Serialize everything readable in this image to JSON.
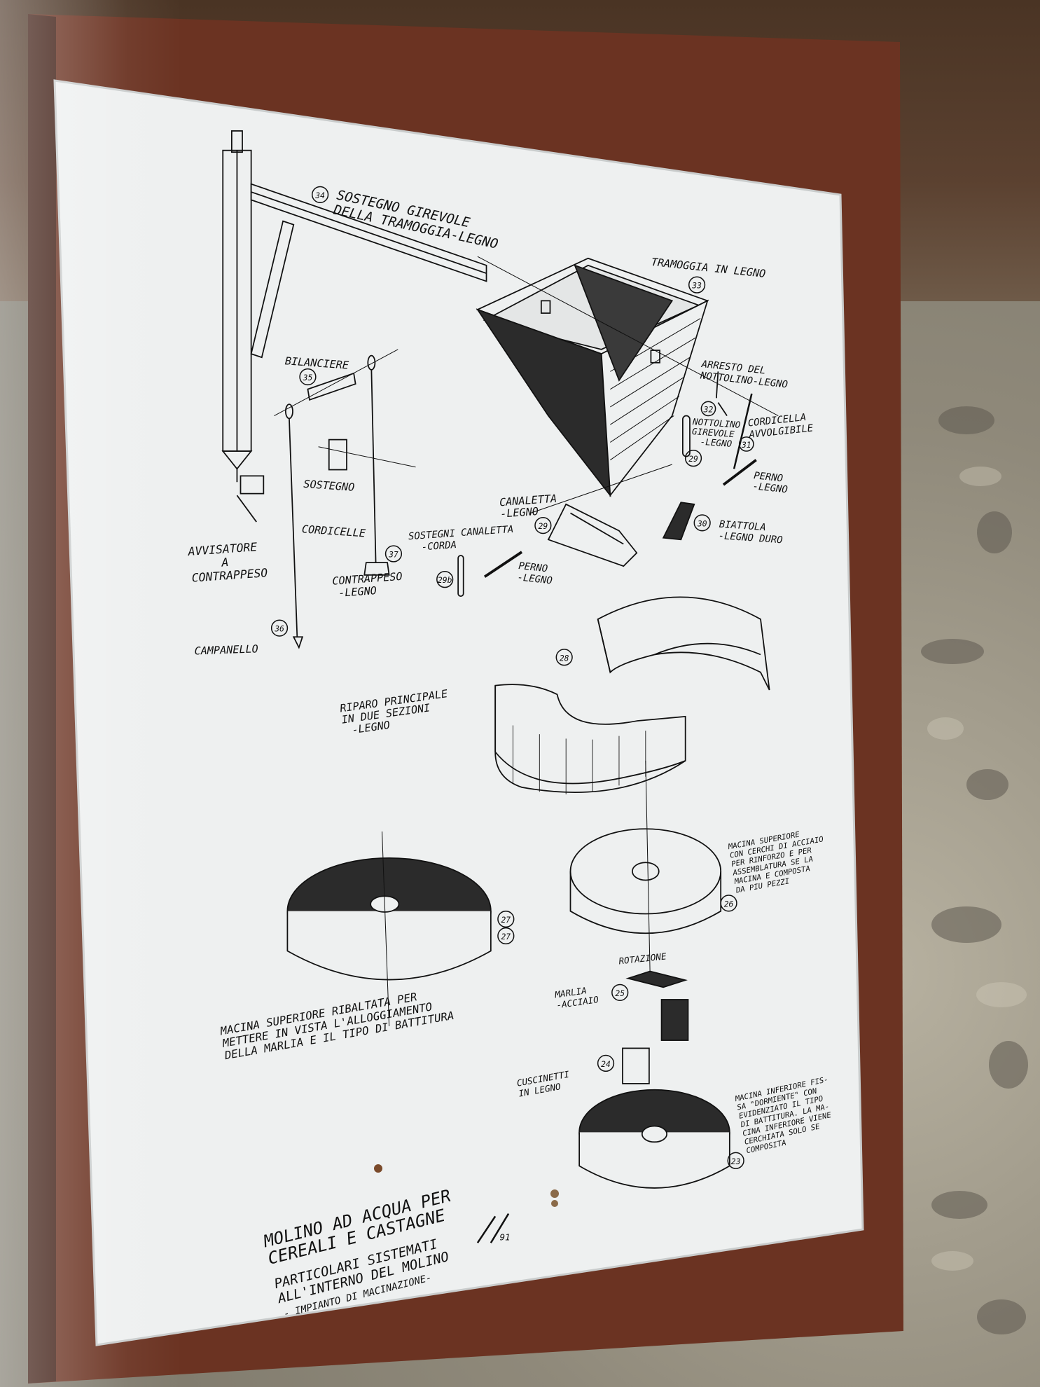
{
  "panel": {
    "labels": {
      "l34": [
        "SOSTEGNO GIREVOLE",
        "DELLA TRAMOGGIA-LEGNO"
      ],
      "l33": "TRAMOGGIA IN LEGNO",
      "l35": "BILANCIERE",
      "l32": [
        "ARRESTO DEL",
        "NOTTOLINO-LEGNO"
      ],
      "l_nottolino": [
        "NOTTOLINO",
        "GIREVOLE",
        "-LEGNO"
      ],
      "l31": [
        "CORDICELLA",
        "AVVOLGIBILE"
      ],
      "l_sostegno": "SOSTEGNO",
      "l_perno1": [
        "PERNO",
        "-LEGNO"
      ],
      "l29": [
        "CANALETTA",
        "-LEGNO"
      ],
      "l30": [
        "BIATTOLA",
        "-LEGNO DURO"
      ],
      "l_cordicelle": "CORDICELLE",
      "l_avvisatore": [
        "AVVISATORE",
        "A",
        "CONTRAPPESO"
      ],
      "l_sostegni": [
        "SOSTEGNI CANALETTA",
        "-CORDA"
      ],
      "l_perno2": [
        "PERNO",
        "-LEGNO"
      ],
      "l37": [
        "CONTRAPPESO",
        "-LEGNO"
      ],
      "l36": "CAMPANELLO",
      "l_riparo": [
        "RIPARO PRINCIPALE",
        "IN DUE SEZIONI",
        "-LEGNO"
      ],
      "l26": [
        "MACINA SUPERIORE",
        "CON CERCHI DI ACCIAIO",
        "PER RINFORZO E PER",
        "ASSEMBLATURA SE LA",
        "MACINA E COMPOSTA",
        "DA PIU PEZZI"
      ],
      "l_rotazione": "ROTAZIONE",
      "l_ribaltata": [
        "MACINA SUPERIORE RIBALTATA PER",
        "METTERE IN VISTA L'ALLOGGIAMENTO",
        "DELLA MARLIA E IL TIPO DI BATTITURA"
      ],
      "l25": [
        "MARLIA",
        "-ACCIAIO"
      ],
      "l24": [
        "CUSCINETTI",
        "IN LEGNO"
      ],
      "l23": [
        "MACINA INFERIORE FIS-",
        "SA \"DORMIENTE\" CON",
        "EVIDENZIATO IL TIPO",
        "DI BATTITURA. LA MA-",
        "CINA INFERIORE VIENE",
        "CERCHIATA SOLO SE",
        "COMPOSITA"
      ]
    },
    "numbers": {
      "n34": "34",
      "n33": "33",
      "n35": "35",
      "n32": "32",
      "n31": "31",
      "n29a": "29",
      "n29b": "29",
      "n30": "30",
      "n29c": "29b",
      "n37": "37",
      "n36": "36",
      "n28": "28",
      "n27a": "27",
      "n27b": "27",
      "n26": "26",
      "n25": "25",
      "n24": "24",
      "n23": "23"
    },
    "title": {
      "line1": "MOLINO AD ACQUA PER",
      "line2": "CEREALI E CASTAGNE",
      "line3": "PARTICOLARI SISTEMATI",
      "line4": "ALL'INTERNO DEL MOLINO",
      "line5": "- IMPIANTO DI MACINAZIONE-",
      "year": "91"
    }
  },
  "colors": {
    "frame": "#6b3322",
    "paper": "#eef0f0",
    "ink": "#111111",
    "wall": "#8f897a"
  }
}
